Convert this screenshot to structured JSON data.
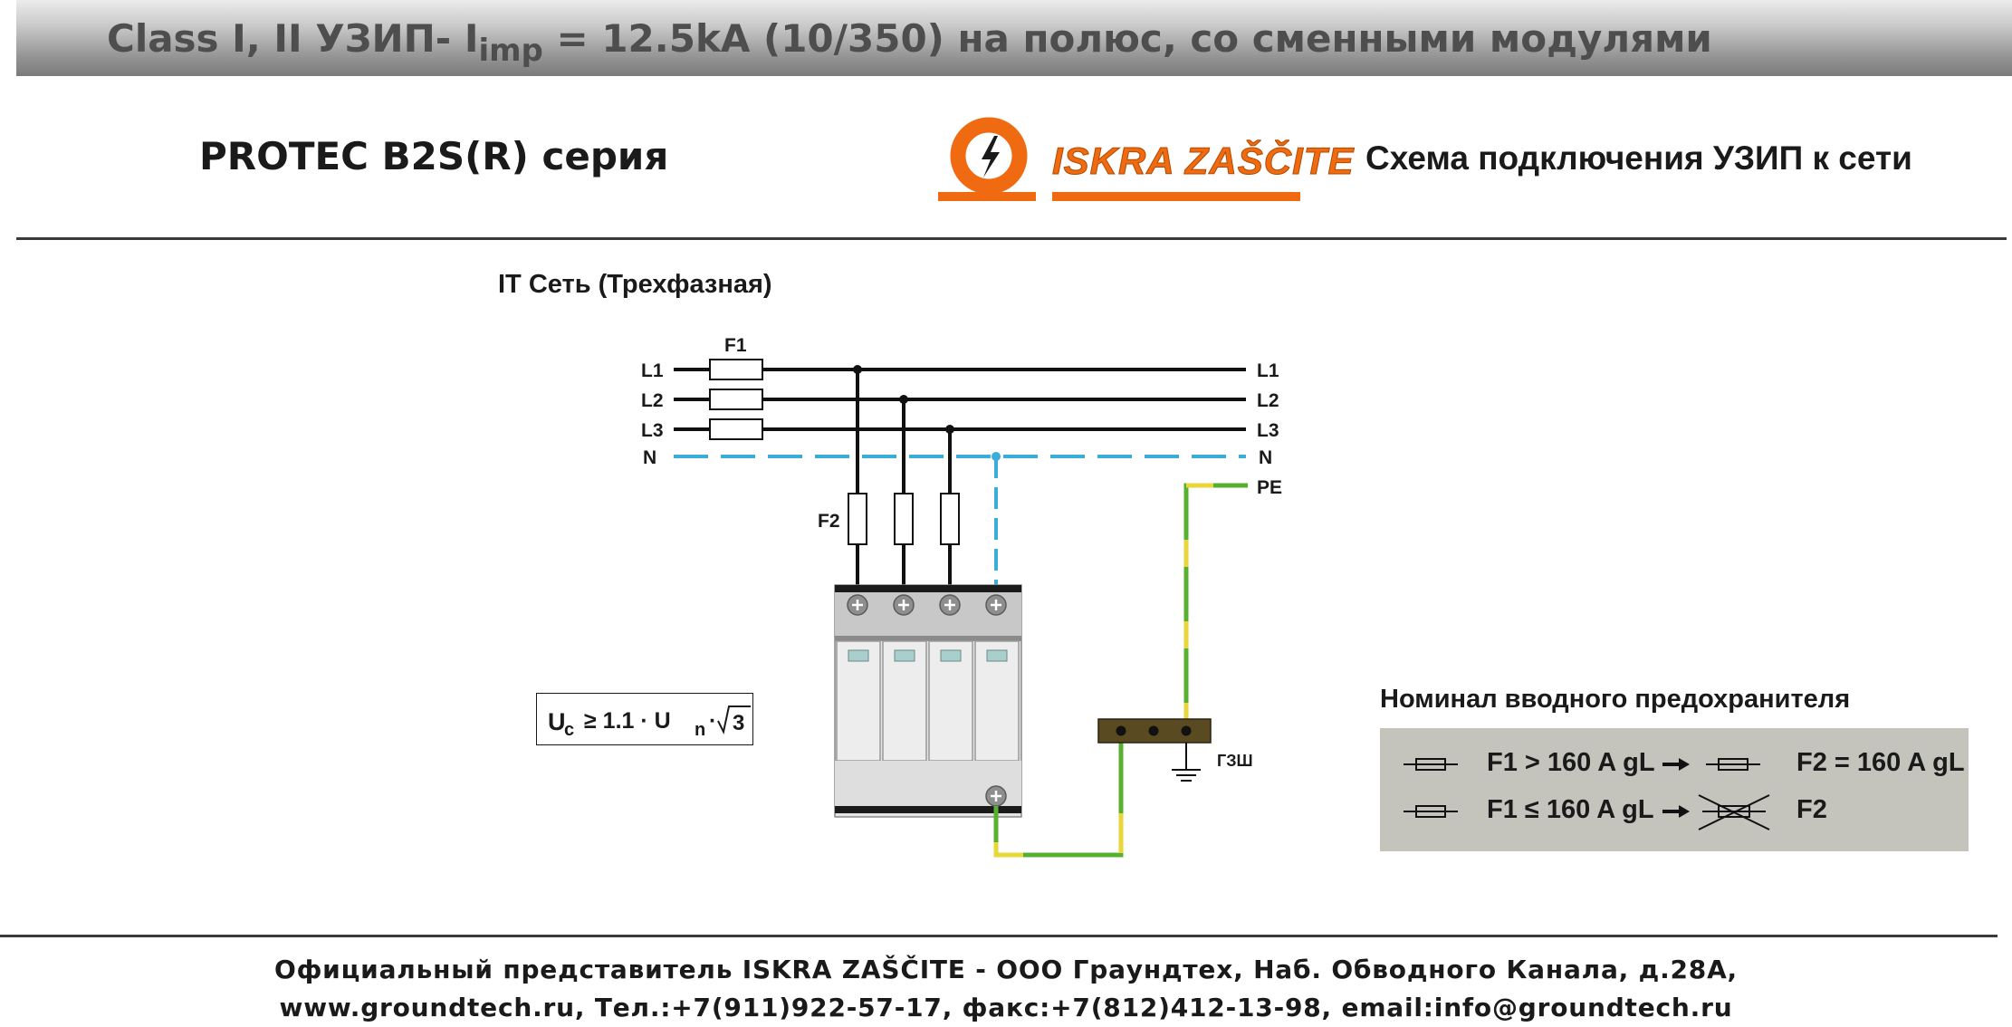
{
  "header": {
    "title_prefix": "Class I, II УЗИП- I",
    "title_sub": "imp",
    "title_suffix": " = 12.5kA (10/350) на полюс, со сменными модулями"
  },
  "series_label": "PROTEC B2S(R) серия",
  "logo_text": "ISKRA ZAŠČITE",
  "scheme_title": "Схема подключения УЗИП к сети",
  "network_title": "IT  Сеть (Трехфазная)",
  "diagram": {
    "left_labels": [
      "L1",
      "L2",
      "L3",
      "N"
    ],
    "right_labels": [
      "L1",
      "L2",
      "L3",
      "N",
      "PE"
    ],
    "fuse_f1": "F1",
    "fuse_f2": "F2",
    "ground_bar": "ГЗШ"
  },
  "formula": {
    "u": "U",
    "c": "c",
    "mid": "≥ 1.1 · U",
    "n": "n",
    "dot": "·",
    "three": "3"
  },
  "fuse_rating": {
    "title": "Номинал вводного предохранителя",
    "row1_left": "F1 > 160 A gL",
    "row1_right": "F2 = 160 A gL",
    "row2_left": "F1 ≤ 160 A gL",
    "row2_right": "F2"
  },
  "footer": {
    "line1": "Официальный представитель  ISKRA ZAŠČITE - ООО Граундтех, Наб. Обводного Канала, д.28А,",
    "line2": "www.groundtech.ru, Тел.:+7(911)922-57-17, факс:+7(812)412-13-98, email:info@groundtech.ru"
  },
  "colors": {
    "phase_wire": "#111111",
    "neutral_wire": "#3aaed8",
    "pe_green": "#58b030",
    "pe_yellow": "#e8d63a",
    "logo_orange": "#ef6a10",
    "ground_bar": "#5a4a22"
  }
}
